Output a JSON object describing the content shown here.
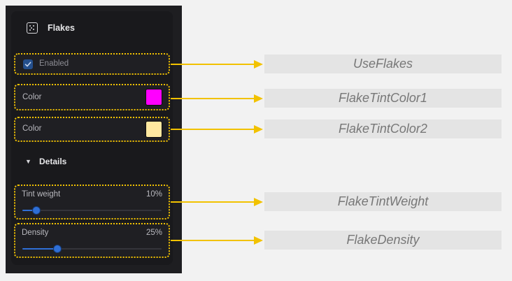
{
  "panel": {
    "title": "Flakes",
    "title_icon": "dotted-square-icon",
    "enabled": {
      "label": "Enabled",
      "checked": true
    },
    "color1": {
      "label": "Color",
      "value": "#ff00ff"
    },
    "color2": {
      "label": "Color",
      "value": "#ffe8a0"
    },
    "details": {
      "label": "Details",
      "expanded": true
    },
    "tint_weight": {
      "label": "Tint weight",
      "value_text": "10%",
      "value": 0.1
    },
    "density": {
      "label": "Density",
      "value_text": "25%",
      "value": 0.25
    }
  },
  "annotations": {
    "use_flakes": "UseFlakes",
    "flake_tint_color1": "FlakeTintColor1",
    "flake_tint_color2": "FlakeTintColor2",
    "flake_tint_weight": "FlakeTintWeight",
    "flake_density": "FlakeDensity",
    "highlight_color": "#f2c200"
  }
}
